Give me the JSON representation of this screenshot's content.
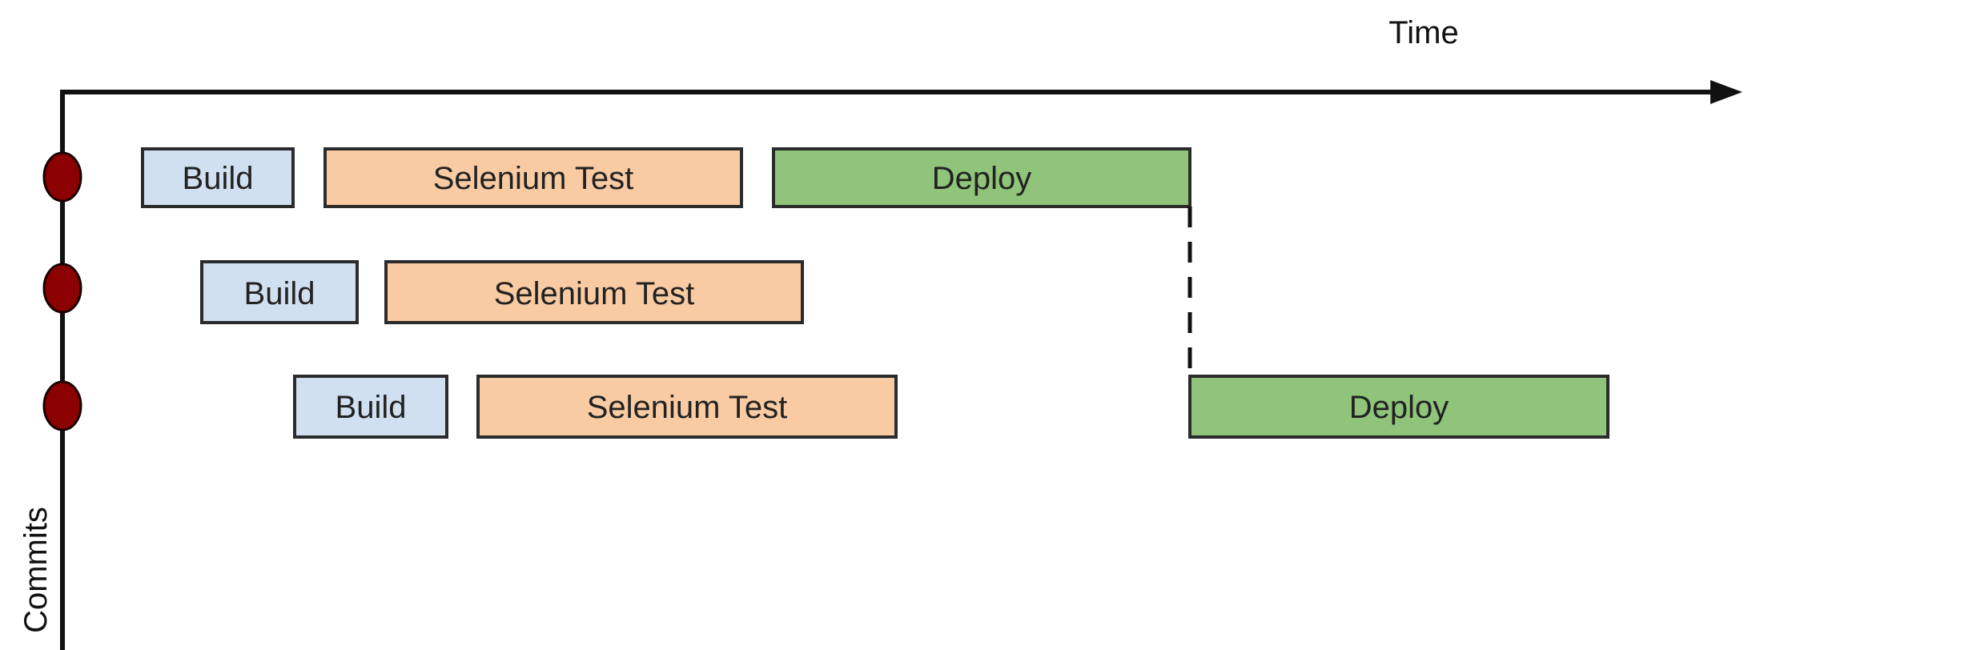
{
  "axes": {
    "x_label": "Time",
    "y_label": "Commits"
  },
  "colors": {
    "axis": "#111111",
    "commit_dot": "#8b0000",
    "build_fill": "#d0e0f0",
    "test_fill": "#f9cba3",
    "deploy_fill": "#8fc47a",
    "box_stroke": "#2b2b2b"
  },
  "commits": [
    {
      "stages": [
        {
          "kind": "build",
          "label": "Build"
        },
        {
          "kind": "test",
          "label": "Selenium Test"
        },
        {
          "kind": "deploy",
          "label": "Deploy"
        }
      ]
    },
    {
      "stages": [
        {
          "kind": "build",
          "label": "Build"
        },
        {
          "kind": "test",
          "label": "Selenium Test"
        }
      ]
    },
    {
      "stages": [
        {
          "kind": "build",
          "label": "Build"
        },
        {
          "kind": "test",
          "label": "Selenium Test"
        },
        {
          "kind": "deploy",
          "label": "Deploy"
        }
      ]
    }
  ]
}
